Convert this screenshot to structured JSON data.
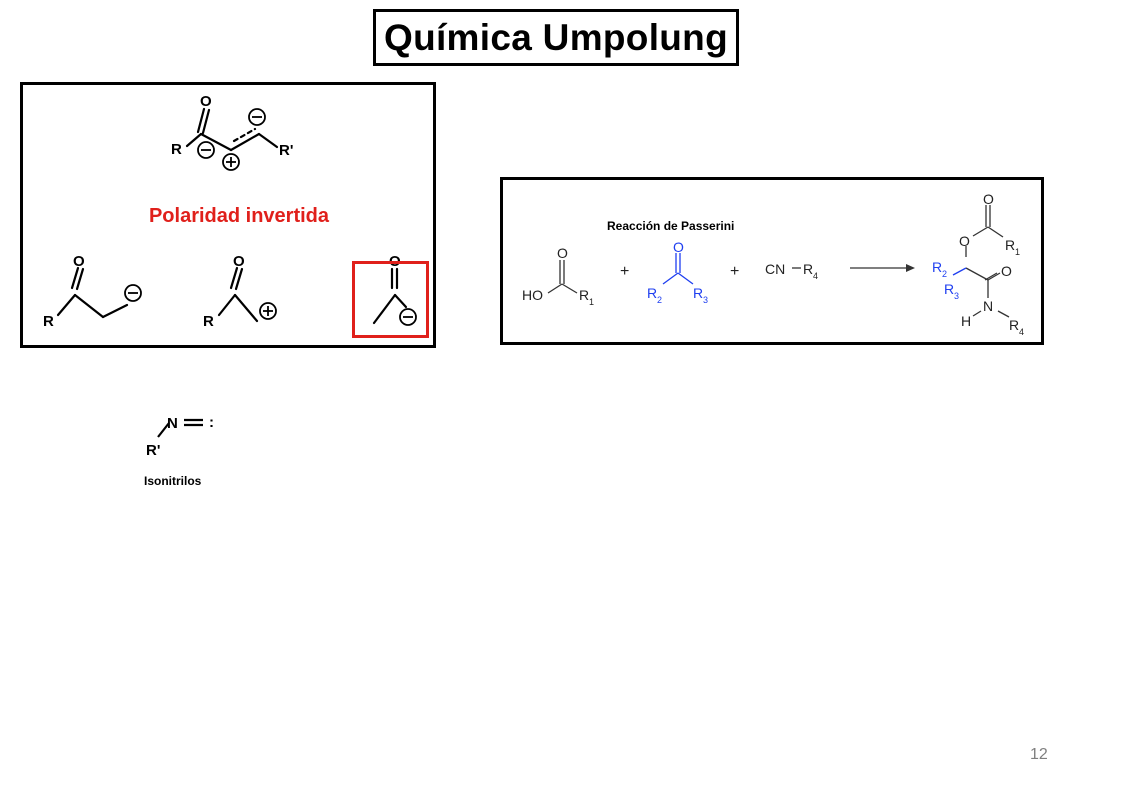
{
  "title": "Química Umpolung",
  "polarity_panel": {
    "subtitle": "Polaridad invertida",
    "subtitle_color": "#e0201b",
    "highlight_color": "#e0201b",
    "labels": {
      "o": "O",
      "r": "R",
      "r_prime": "R'",
      "minus": "−",
      "plus": "+"
    }
  },
  "passerini_panel": {
    "caption": "Reacción de Passerini",
    "accent_color": "#1f3ff0",
    "acid": {
      "ho": "HO",
      "o": "O",
      "r": "R",
      "r_sub": "1"
    },
    "plus": "+",
    "ketone": {
      "o": "O",
      "r2": "R",
      "r2_sub": "2",
      "r3": "R",
      "r3_sub": "3"
    },
    "isocyanide": {
      "cn": "CN",
      "r": "R",
      "r_sub": "4"
    },
    "product": {
      "o": "O",
      "r": "R",
      "r1_sub": "1",
      "r2_sub": "2",
      "r3_sub": "3",
      "h": "H",
      "n": "N",
      "r4_sub": "4"
    }
  },
  "isonitrile": {
    "n": "N",
    "colon": ":",
    "r_prime": "R'",
    "caption": "Isonitrilos"
  },
  "page_number": "12"
}
